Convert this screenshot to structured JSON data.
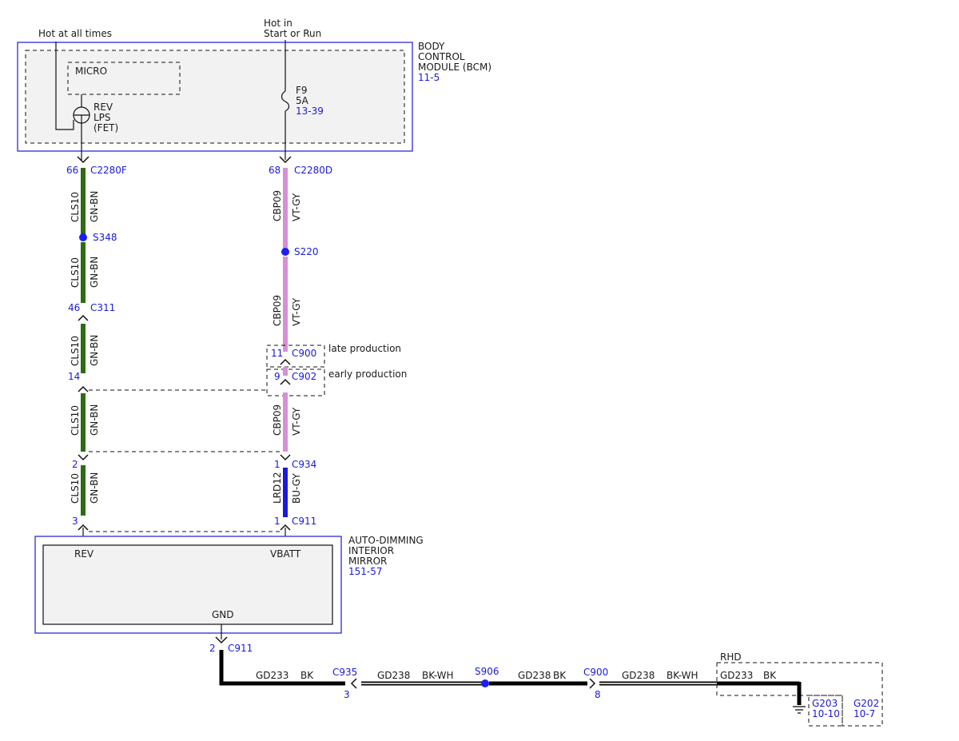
{
  "sources": {
    "hot_at_all_times": "Hot at all times",
    "hot_in_line1": "Hot in",
    "hot_in_line2": "Start or Run"
  },
  "bcm": {
    "title_lines": [
      "BODY",
      "CONTROL",
      "MODULE (BCM)"
    ],
    "ref": "11-5",
    "micro_label": "MICRO",
    "fet_lines": [
      "REV",
      "LPS",
      "(FET)"
    ],
    "fuse_name": "F9",
    "fuse_rating": "5A",
    "fuse_ref": "13-39"
  },
  "colors": {
    "gn_bn": "#2e6b14",
    "vt_gy": "#d98ed8",
    "bu_gy": "#1a1adc",
    "bk": "#000000",
    "ref_blue": "#1a1adc",
    "splice_blue": "#1e1ef0",
    "box_border": "#2a2ae0",
    "box_fill": "#f2f2f2"
  },
  "left_circuit": {
    "pin_top": "66",
    "connector_top": "C2280F",
    "splice": "S348",
    "pin_c311": "46",
    "connector_c311": "C311",
    "pin_14": "14",
    "pin_2": "2",
    "pin_3": "3",
    "circuit_segments": [
      {
        "circuit": "CLS10",
        "color": "GN-BN"
      },
      {
        "circuit": "CLS10",
        "color": "GN-BN"
      },
      {
        "circuit": "CLS10",
        "color": "GN-BN"
      },
      {
        "circuit": "CLS10",
        "color": "GN-BN"
      },
      {
        "circuit": "CLS10",
        "color": "GN-BN"
      }
    ]
  },
  "right_circuit": {
    "pin_top": "68",
    "connector_top": "C2280D",
    "splice": "S220",
    "pin_c900": "11",
    "connector_c900": "C900",
    "late_production": "late production",
    "pin_c902": "9",
    "connector_c902": "C902",
    "early_production": "early production",
    "pin_c934": "1",
    "connector_c934": "C934",
    "pin_c911": "1",
    "connector_c911": "C911",
    "circuit_segments": [
      {
        "circuit": "CBP09",
        "color": "VT-GY"
      },
      {
        "circuit": "CBP09",
        "color": "VT-GY"
      },
      {
        "circuit": "CBP09",
        "color": "VT-GY"
      },
      {
        "circuit": "LRD12",
        "color": "BU-GY"
      }
    ]
  },
  "mirror": {
    "title_lines": [
      "AUTO-DIMMING",
      "INTERIOR",
      "MIRROR"
    ],
    "ref": "151-57",
    "rev_label": "REV",
    "vbatt_label": "VBATT",
    "gnd_label": "GND",
    "gnd_pin": "2",
    "gnd_connector": "C911"
  },
  "ground_circuit": {
    "seg1_circuit": "GD233",
    "seg1_color": "BK",
    "c935": "C935",
    "c935_pin": "3",
    "seg2_circuit": "GD238",
    "seg2_color": "BK-WH",
    "splice": "S906",
    "seg3_circuit": "GD238",
    "seg3_color": "BK",
    "c900": "C900",
    "c900_pin": "8",
    "seg4_circuit": "GD238",
    "seg4_color": "BK-WH",
    "rhd_label": "RHD",
    "seg5_circuit": "GD233",
    "seg5_color": "BK",
    "g203": "G203",
    "g203_ref": "10-10",
    "g202": "G202",
    "g202_ref": "10-7"
  }
}
